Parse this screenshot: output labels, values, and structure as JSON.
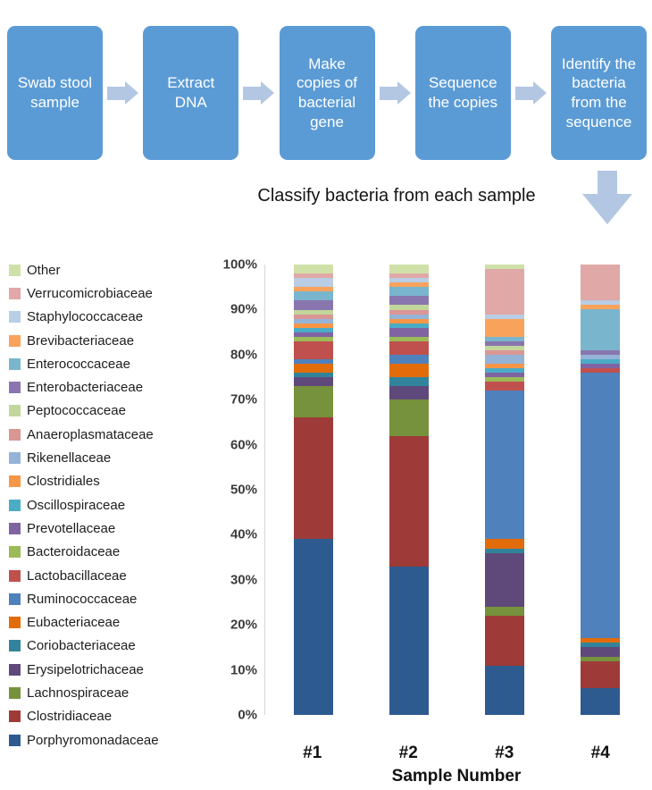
{
  "flowchart": {
    "box_color": "#5B9BD5",
    "arrow_color": "#B3C7E3",
    "steps": [
      {
        "label": "Swab stool sample"
      },
      {
        "label": "Extract DNA"
      },
      {
        "label": "Make copies of bacterial gene"
      },
      {
        "label": "Sequence the copies"
      },
      {
        "label": "Identify the bacteria from the sequence"
      }
    ]
  },
  "caption": {
    "text": "Classify bacteria from each sample"
  },
  "chart_data": {
    "type": "bar",
    "stacked": true,
    "title": "",
    "categories": [
      "#1",
      "#2",
      "#3",
      "#4"
    ],
    "xlabel": "Sample Number",
    "ylabel": "",
    "ylim": [
      0,
      100
    ],
    "yticks": [
      "0%",
      "10%",
      "20%",
      "30%",
      "40%",
      "50%",
      "60%",
      "70%",
      "80%",
      "90%",
      "100%"
    ],
    "grid": false,
    "legend_position": "left",
    "series": [
      {
        "name": "Porphyromonadaceae",
        "color": "#2E5B8F",
        "values": [
          39,
          33,
          11,
          6
        ]
      },
      {
        "name": "Clostridiaceae",
        "color": "#9E3B38",
        "values": [
          27,
          29,
          11,
          6
        ]
      },
      {
        "name": "Lachnospiraceae",
        "color": "#76923C",
        "values": [
          7,
          8,
          2,
          1
        ]
      },
      {
        "name": "Erysipelotrichaceae",
        "color": "#5F497A",
        "values": [
          2,
          3,
          12,
          2
        ]
      },
      {
        "name": "Coriobacteriaceae",
        "color": "#31849B",
        "values": [
          1,
          2,
          1,
          1
        ]
      },
      {
        "name": "Eubacteriaceae",
        "color": "#E36C0A",
        "values": [
          2,
          3,
          2,
          1
        ]
      },
      {
        "name": "Ruminococcaceae",
        "color": "#4F81BD",
        "values": [
          1,
          2,
          33,
          59
        ]
      },
      {
        "name": "Lactobacillaceae",
        "color": "#C0504D",
        "values": [
          4,
          3,
          2,
          1
        ]
      },
      {
        "name": "Bacteroidaceae",
        "color": "#9BBB59",
        "values": [
          1,
          1,
          1,
          0
        ]
      },
      {
        "name": "Prevotellaceae",
        "color": "#8064A2",
        "values": [
          1,
          2,
          1,
          1
        ]
      },
      {
        "name": "Oscillospiraceae",
        "color": "#4BACC6",
        "values": [
          1,
          1,
          1,
          1
        ]
      },
      {
        "name": "Clostridiales",
        "color": "#F79646",
        "values": [
          1,
          1,
          1,
          0
        ]
      },
      {
        "name": "Rikenellaceae",
        "color": "#95B3D7",
        "values": [
          1,
          1,
          2,
          1
        ]
      },
      {
        "name": "Anaeroplasmataceae",
        "color": "#D99694",
        "values": [
          1,
          1,
          1,
          0
        ]
      },
      {
        "name": "Peptococcaceae",
        "color": "#C3D69B",
        "values": [
          1,
          1,
          1,
          0
        ]
      },
      {
        "name": "Enterobacteriaceae",
        "color": "#8976AE",
        "values": [
          2,
          2,
          1,
          1
        ]
      },
      {
        "name": "Enterococcaceae",
        "color": "#79B5CC",
        "values": [
          2,
          2,
          1,
          9
        ]
      },
      {
        "name": "Brevibacteriaceae",
        "color": "#F9A25C",
        "values": [
          1,
          1,
          4,
          1
        ]
      },
      {
        "name": "Staphylococcaceae",
        "color": "#B9CDE5",
        "values": [
          2,
          1,
          1,
          1
        ]
      },
      {
        "name": "Verrucomicrobiaceae",
        "color": "#E0A8A6",
        "values": [
          1,
          1,
          10,
          8
        ]
      },
      {
        "name": "Other",
        "color": "#CFE0A8",
        "values": [
          2,
          2,
          1,
          0
        ]
      }
    ]
  }
}
